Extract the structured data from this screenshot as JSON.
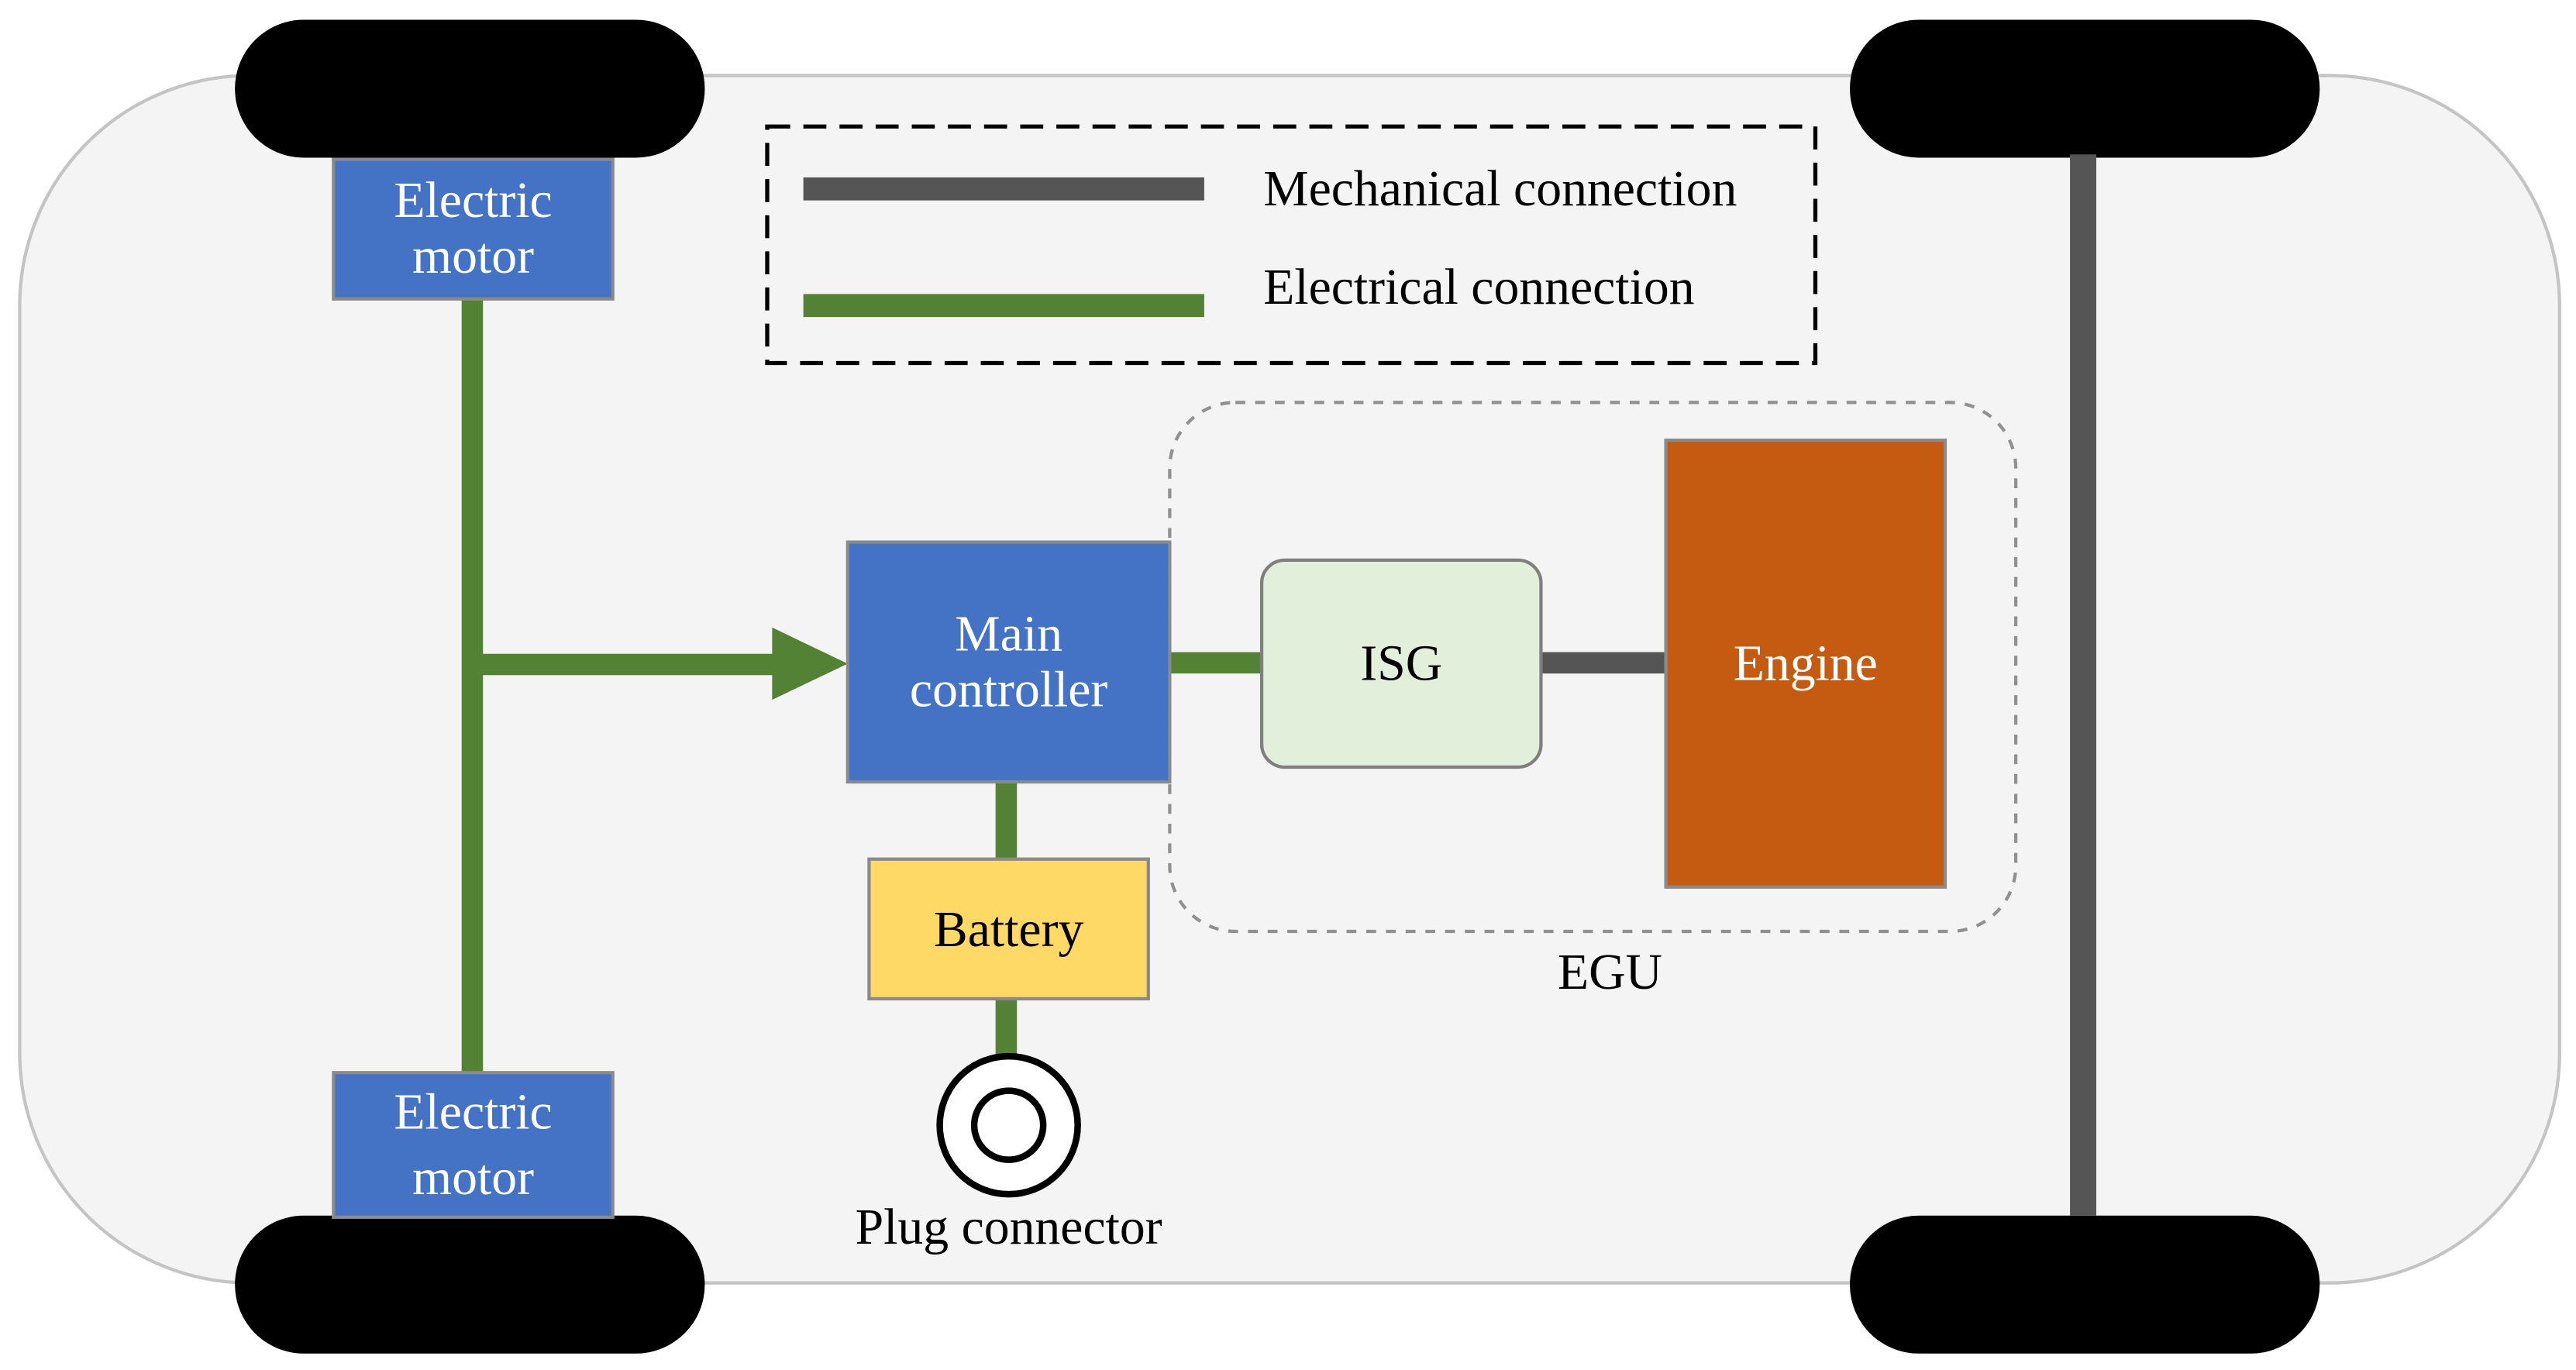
{
  "legend": {
    "mechanical": "Mechanical connection",
    "electrical": "Electrical connection"
  },
  "nodes": {
    "front_motor": [
      "Electric",
      "motor"
    ],
    "rear_motor": [
      "Electric",
      "motor"
    ],
    "main_controller": [
      "Main",
      "controller"
    ],
    "isg": "ISG",
    "engine": "Engine",
    "battery": "Battery",
    "plug": "Plug connector",
    "egu": "EGU"
  },
  "colors": {
    "chassis_fill": "#f4f4f4",
    "chassis_stroke": "#c4c4c4",
    "wheel": "#000000",
    "mechanical": "#555555",
    "electrical": "#548235",
    "motor_fill": "#4472c4",
    "controller_fill": "#4472c4",
    "isg_fill": "#e2efda",
    "engine_fill": "#c55a11",
    "battery_fill": "#ffd966"
  }
}
